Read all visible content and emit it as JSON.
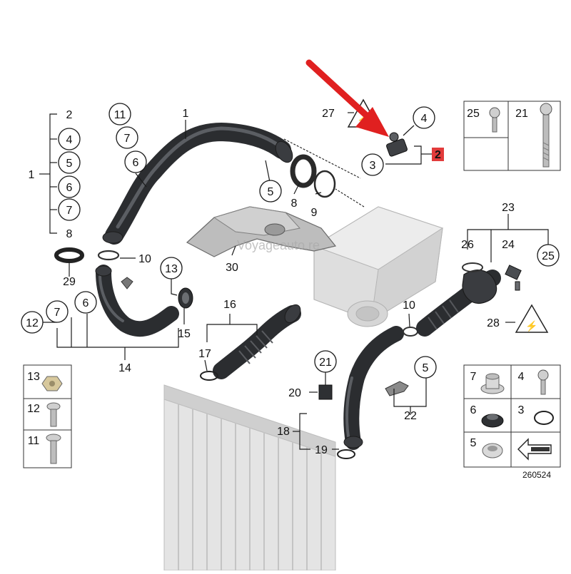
{
  "diagram": {
    "reference_number": "260524",
    "watermark": "Voyageauto.re",
    "highlighted_part": "2",
    "labels": {
      "l1": "1",
      "l2": "2",
      "l3": "3",
      "l4": "4",
      "l5": "5",
      "l6": "6",
      "l7": "7",
      "l8": "8",
      "l9": "9",
      "l10": "10",
      "l11": "11",
      "l12": "12",
      "l13": "13",
      "l14": "14",
      "l15": "15",
      "l16": "16",
      "l17": "17",
      "l18": "18",
      "l19": "19",
      "l20": "20",
      "l21": "21",
      "l22": "22",
      "l23": "23",
      "l24": "24",
      "l25": "25",
      "l26": "26",
      "l27": "27",
      "l28": "28",
      "l29": "29",
      "l30": "30"
    }
  },
  "colors": {
    "hose": "#2b2d30",
    "highlight_arrow": "#e02020",
    "highlight_box": "#e23b3b",
    "part_gray": "#d9d9d9"
  }
}
